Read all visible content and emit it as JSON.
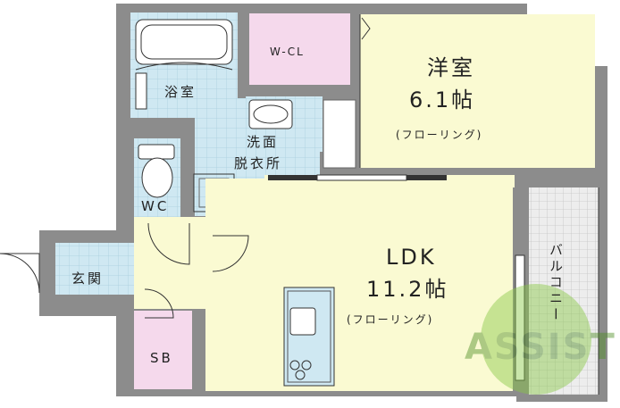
{
  "rooms": {
    "bath": "浴室",
    "walkin_closet": "W-CL",
    "western_room": "洋室",
    "western_size": "6.1帖",
    "western_floor": "(フローリング)",
    "washroom_line1": "洗面",
    "washroom_line2": "脱衣所",
    "wc": "WC",
    "entrance": "玄関",
    "ldk": "LDK",
    "ldk_size": "11.2帖",
    "ldk_floor": "(フローリング)",
    "shoe_box": "SB",
    "balcony": "バルコニー"
  },
  "watermark": "ASSIST",
  "colors": {
    "wall": "#8c8c8c",
    "floor_yellow": "#fafad2",
    "tile_blue": "#cfe8f2",
    "closet_pink": "#f5d9ec",
    "grid_gray": "#e6e6e6",
    "watermark_green": "#88c845"
  }
}
